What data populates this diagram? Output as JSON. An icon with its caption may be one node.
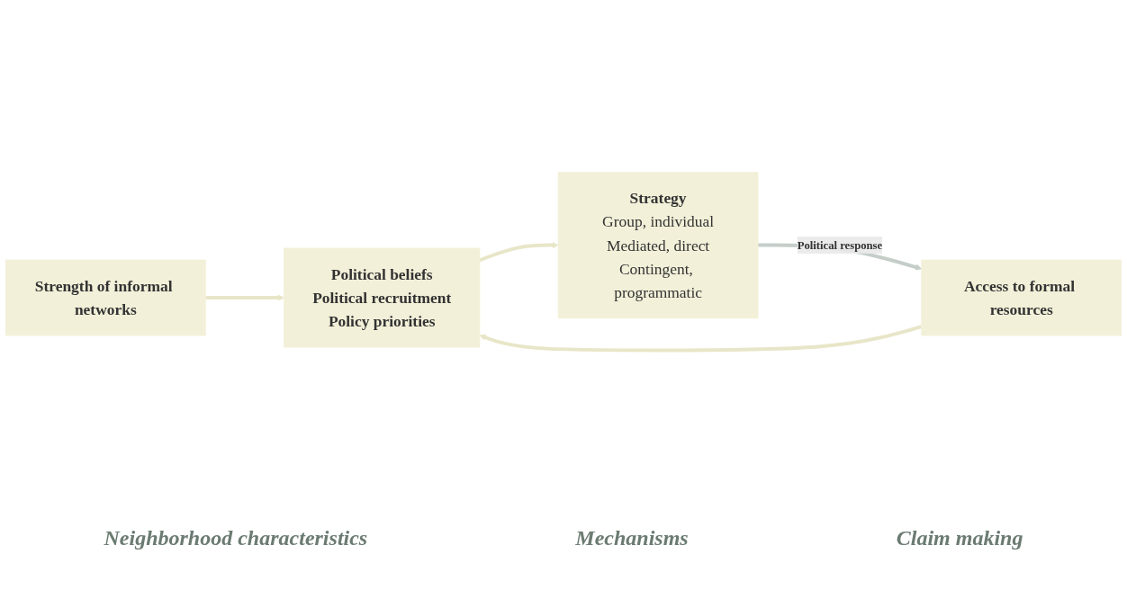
{
  "diagram": {
    "nodes": [
      {
        "text": [
          "Access to formal resources"
        ]
      },
      {
        "text": [
          "Strength of informal networks"
        ]
      },
      {
        "text": [
          "Political beliefs",
          "Political recruitment",
          "Policy priorities"
        ]
      },
      {
        "text": [
          "Strategy",
          "Group, individual",
          "Mediated, direct",
          "Contingent, programmatic"
        ]
      }
    ],
    "edges": [
      {
        "from": 0,
        "to": 2,
        "arrow": "to"
      },
      {
        "from": 1,
        "to": 2,
        "arrow": "to"
      },
      {
        "from": 2,
        "to": 3,
        "arrow": "to"
      },
      {
        "from": 3,
        "to": 0,
        "arrow": "to",
        "label": "Political response",
        "color": "#c5cec9"
      }
    ],
    "labels": [
      "Neighborhood characteristics",
      "Mechanisms",
      "Claim making"
    ]
  }
}
